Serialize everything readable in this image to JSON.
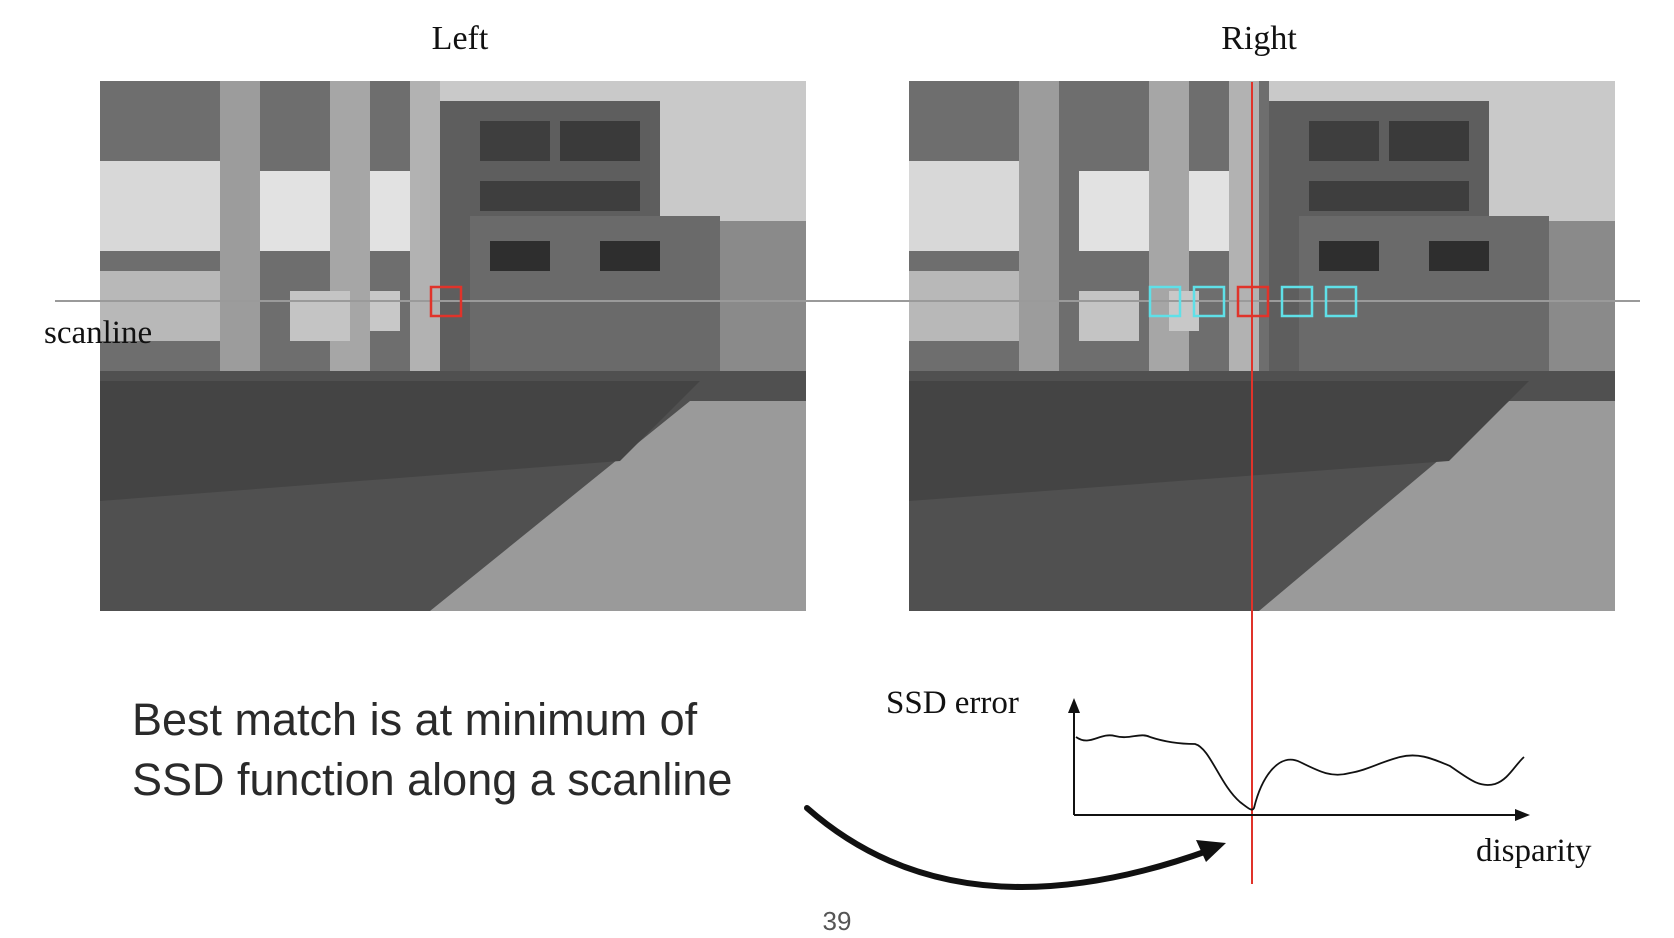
{
  "labels": {
    "left": "Left",
    "right": "Right",
    "scanline": "scanline"
  },
  "caption": {
    "line1": "Best match is at minimum of",
    "line2": "SSD function along a scanline"
  },
  "plot": {
    "ylabel": "SSD error",
    "xlabel": "disparity"
  },
  "page_number": "39",
  "colors": {
    "scanline": "#9a9a9a",
    "match_box": "#e0332a",
    "candidate_box": "#5fe0e8",
    "disparity_line": "#e0332a",
    "curve": "#111111"
  }
}
